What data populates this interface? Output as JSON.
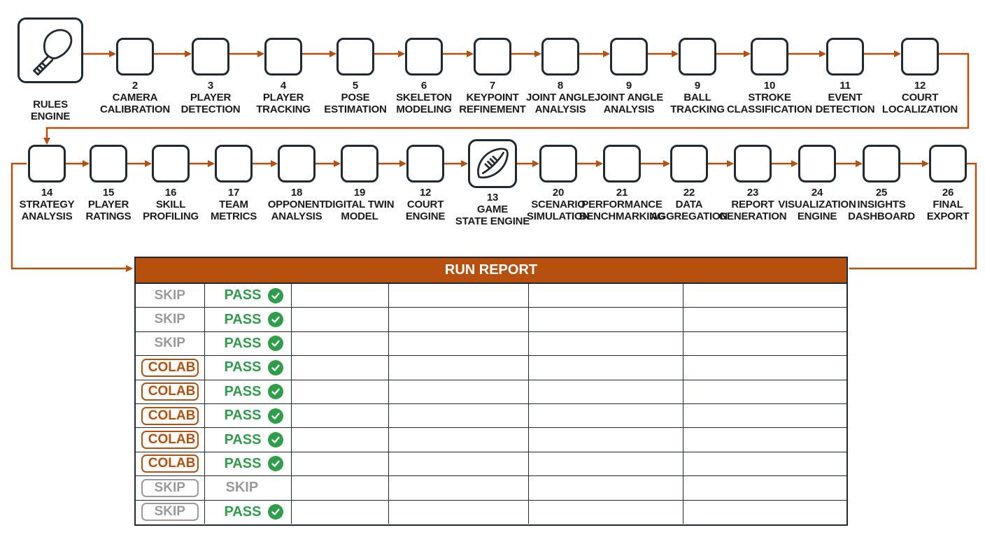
{
  "colors": {
    "arrow": "#b7500f",
    "node_border": "#1f2a33",
    "pass": "#2e9e4a",
    "skip": "#9a9a9a",
    "header": "#b7500f"
  },
  "row1": [
    {
      "num": "",
      "name": "RULES",
      "name2": "ENGINE",
      "icon": "pickleball-paddle-icon"
    },
    {
      "num": "2",
      "name": "CAMERA",
      "name2": "CALIBRATION"
    },
    {
      "num": "3",
      "name": "PLAYER",
      "name2": "DETECTION"
    },
    {
      "num": "4",
      "name": "PLAYER",
      "name2": "TRACKING"
    },
    {
      "num": "5",
      "name": "POSE",
      "name2": "ESTIMATION"
    },
    {
      "num": "6",
      "name": "SKELETON",
      "name2": "MODELING"
    },
    {
      "num": "7",
      "name": "KEYPOINT",
      "name2": "REFINEMENT"
    },
    {
      "num": "8",
      "name": "JOINT ANGLE",
      "name2": "ANALYSIS"
    },
    {
      "num": "9",
      "name": "JOINT ANGLE",
      "name2": "ANALYSIS"
    },
    {
      "num": "9",
      "name": "BALL",
      "name2": "TRACKING"
    },
    {
      "num": "10",
      "name": "STROKE",
      "name2": "CLASSIFICATION"
    },
    {
      "num": "11",
      "name": "EVENT",
      "name2": "DETECTION"
    },
    {
      "num": "12",
      "name": "COURT",
      "name2": "LOCALIZATION"
    }
  ],
  "row2": [
    {
      "num": "14",
      "name": "STRATEGY",
      "name2": "ANALYSIS"
    },
    {
      "num": "15",
      "name": "PLAYER",
      "name2": "RATINGS"
    },
    {
      "num": "16",
      "name": "SKILL",
      "name2": "PROFILING"
    },
    {
      "num": "17",
      "name": "TEAM",
      "name2": "METRICS"
    },
    {
      "num": "18",
      "name": "OPPONENT",
      "name2": "ANALYSIS"
    },
    {
      "num": "19",
      "name": "DIGITAL TWIN",
      "name2": "MODEL"
    },
    {
      "num": "12",
      "name": "COURT",
      "name2": "ENGINE"
    },
    {
      "num": "13",
      "name": "GAME",
      "name2": "STATE ENGINE",
      "icon": "football-icon"
    },
    {
      "num": "20",
      "name": "SCENARIO",
      "name2": "SIMULATION"
    },
    {
      "num": "21",
      "name": "PERFORMANCE",
      "name2": "BENCHMARKING"
    },
    {
      "num": "22",
      "name": "DATA",
      "name2": "AGGREGATION"
    },
    {
      "num": "23",
      "name": "REPORT",
      "name2": "GENERATION"
    },
    {
      "num": "24",
      "name": "VISUALIZATION",
      "name2": "ENGINE"
    },
    {
      "num": "25",
      "name": "INSIGHTS",
      "name2": "DASHBOARD"
    },
    {
      "num": "26",
      "name": "FINAL",
      "name2": "EXPORT"
    }
  ],
  "report": {
    "title": "RUN REPORT",
    "rows": [
      {
        "mode": "SKIP",
        "mode_style": "plain",
        "result": "PASS"
      },
      {
        "mode": "SKIP",
        "mode_style": "plain",
        "result": "PASS"
      },
      {
        "mode": "SKIP",
        "mode_style": "plain",
        "result": "PASS"
      },
      {
        "mode": "COLAB",
        "mode_style": "colab",
        "result": "PASS"
      },
      {
        "mode": "COLAB",
        "mode_style": "colab",
        "result": "PASS"
      },
      {
        "mode": "COLAB",
        "mode_style": "colab",
        "result": "PASS"
      },
      {
        "mode": "COLAB",
        "mode_style": "colab",
        "result": "PASS"
      },
      {
        "mode": "COLAB",
        "mode_style": "colab",
        "result": "PASS"
      },
      {
        "mode": "SKIP",
        "mode_style": "skipbox",
        "result": "SKIP"
      },
      {
        "mode": "SKIP",
        "mode_style": "skipbox",
        "result": "PASS"
      }
    ]
  }
}
